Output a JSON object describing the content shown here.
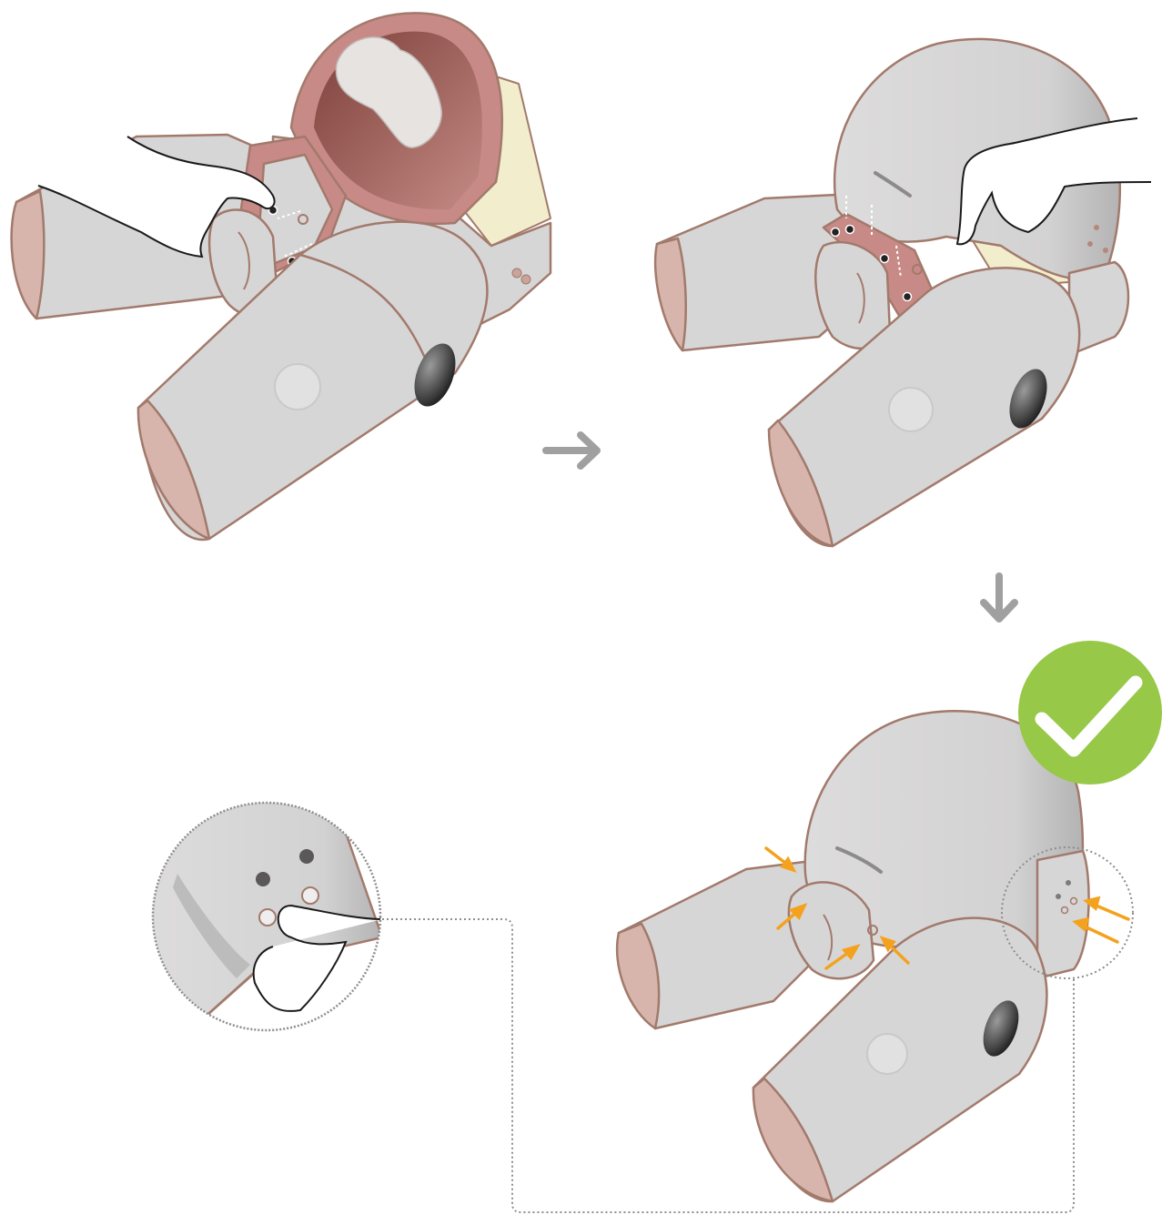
{
  "figure": {
    "kind": "instruction-illustration",
    "steps": [
      {
        "id": "step-1",
        "action": "press-pins-into-holes",
        "icon": "hand-pointing-icon"
      },
      {
        "id": "step-2",
        "action": "close-abdomen-cover",
        "icon": "hand-pointing-icon"
      },
      {
        "id": "step-3",
        "action": "check-cover-seated",
        "icon": "check-mark-icon"
      },
      {
        "id": "detail",
        "action": "press-side-snaps",
        "icon": "magnifier-detail-icon"
      }
    ],
    "flow": [
      "right-arrow-icon",
      "down-arrow-icon"
    ]
  },
  "colors": {
    "skin_gray": "#d7d6d6",
    "skin_gray_dark": "#b9b8b8",
    "outline_brown": "#a27a6c",
    "skin_cut": "#d7b5ad",
    "uterus_red": "#c88a86",
    "uterus_inner": "#9f5a53",
    "pad_yellow": "#f2edcc",
    "check_green": "#97c848",
    "arrow_orange": "#f4a21d",
    "flow_arrow_gray": "#a0a0a0",
    "hand_stroke": "#1a1a1a",
    "dotted_gray": "#8e8e8e"
  }
}
